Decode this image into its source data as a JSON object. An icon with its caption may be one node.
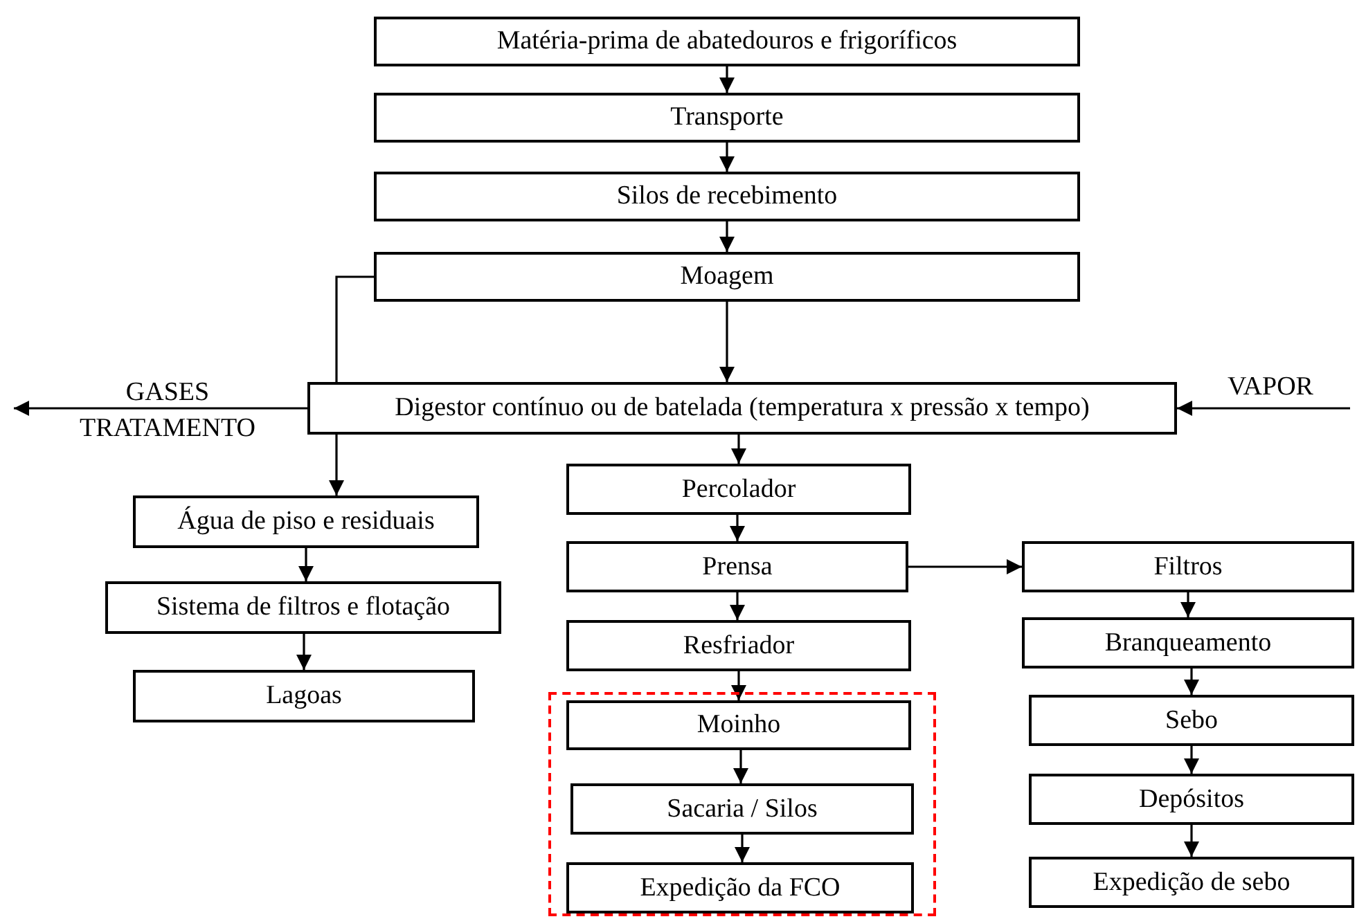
{
  "diagram": {
    "nodes": [
      {
        "text": [
          "Matéria-prima de abatedouros e frigoríficos"
        ]
      },
      {
        "text": [
          "Transporte"
        ]
      },
      {
        "text": [
          "Silos de recebimento"
        ]
      },
      {
        "text": [
          "Moagem"
        ]
      },
      {
        "text": [
          "Digestor contínuo ou de batelada (temperatura x pressão x tempo)"
        ]
      },
      {
        "text": [
          "Água de piso e residuais"
        ]
      },
      {
        "text": [
          "Sistema de filtros e flotação"
        ]
      },
      {
        "text": [
          "Lagoas"
        ]
      },
      {
        "text": [
          "Percolador"
        ]
      },
      {
        "text": [
          "Prensa"
        ]
      },
      {
        "text": [
          "Resfriador"
        ]
      },
      {
        "text": [],
        "shape": "box"
      },
      {
        "text": [
          "Moinho"
        ],
        "in": 11
      },
      {
        "text": [
          "Sacaria / Silos"
        ],
        "in": 11
      },
      {
        "text": [
          "Expedição da FCO"
        ],
        "in": 11
      },
      {
        "text": [
          "Filtros"
        ]
      },
      {
        "text": [
          "Branqueamento"
        ]
      },
      {
        "text": [
          "Sebo"
        ]
      },
      {
        "text": [
          "Depósitos"
        ]
      },
      {
        "text": [
          "Expedição de sebo"
        ]
      }
    ],
    "edges": [
      {
        "from": 0,
        "to": 1,
        "arrow": "to"
      },
      {
        "from": 1,
        "to": 2,
        "arrow": "to"
      },
      {
        "from": 2,
        "to": 3,
        "arrow": "to"
      },
      {
        "from": 3,
        "to": 4,
        "arrow": "to"
      },
      {
        "from": 3,
        "to": 4,
        "arrow": "none"
      },
      {
        "from": 4,
        "to": 5,
        "arrow": "to"
      },
      {
        "from": 5,
        "to": 6,
        "arrow": "to"
      },
      {
        "from": 6,
        "to": 7,
        "arrow": "to"
      },
      {
        "from": 4,
        "to": null,
        "arrow": "to",
        "label": "GASES TRATAMENTO"
      },
      {
        "from": null,
        "to": 4,
        "arrow": "to",
        "label": "VAPOR"
      },
      {
        "from": 4,
        "to": 8,
        "arrow": "to"
      },
      {
        "from": 8,
        "to": 9,
        "arrow": "to"
      },
      {
        "from": 9,
        "to": 10,
        "arrow": "to"
      },
      {
        "from": 10,
        "to": 12,
        "arrow": "to"
      },
      {
        "from": 12,
        "to": 13,
        "arrow": "to"
      },
      {
        "from": 13,
        "to": 14,
        "arrow": "to"
      },
      {
        "from": 9,
        "to": 15,
        "arrow": "to"
      },
      {
        "from": 15,
        "to": 16,
        "arrow": "to"
      },
      {
        "from": 16,
        "to": 17,
        "arrow": "to"
      },
      {
        "from": 17,
        "to": 18,
        "arrow": "to"
      },
      {
        "from": 18,
        "to": 19,
        "arrow": "to"
      }
    ]
  }
}
